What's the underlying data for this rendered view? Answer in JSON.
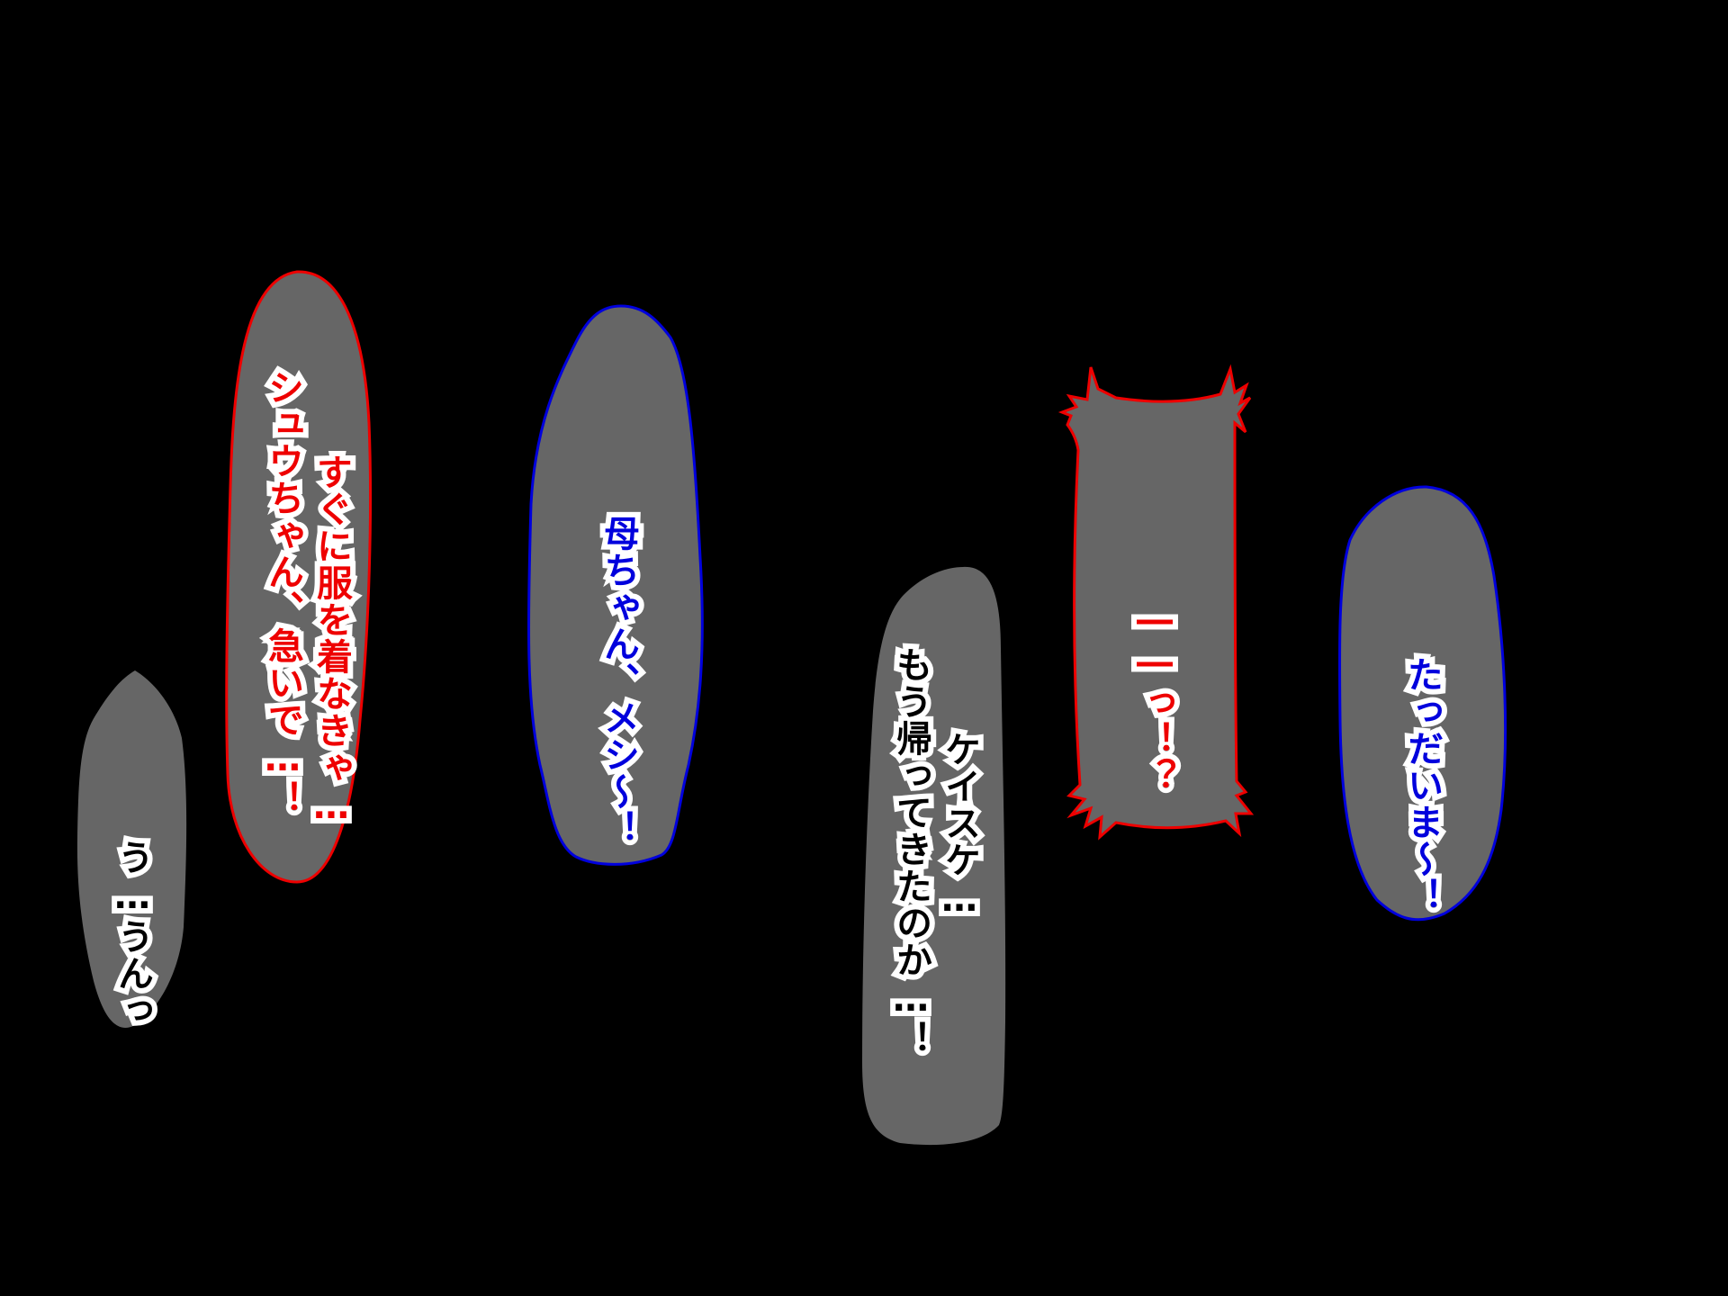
{
  "colors": {
    "background": "#000000",
    "bubble_fill": "#666666",
    "red": "#ee0000",
    "blue": "#0000dd",
    "black": "#000000",
    "text_outline": "#ffffff"
  },
  "bubbles": {
    "a": {
      "lines": [
        "う…うんっ"
      ],
      "speaker_color": "black",
      "border": "none"
    },
    "b": {
      "lines": [
        "すぐに服を着なきゃ…",
        "シュウちゃん、急いで…！"
      ],
      "speaker_color": "red",
      "border": "red"
    },
    "c": {
      "lines": [
        "母ちゃん、メシ～！"
      ],
      "speaker_color": "blue",
      "border": "blue"
    },
    "d": {
      "lines": [
        "ケイスケ…",
        "もう帰ってきたのか…！"
      ],
      "speaker_color": "black",
      "border": "none"
    },
    "e": {
      "lines": [
        "――っ！？"
      ],
      "speaker_color": "red",
      "border": "red-spiky"
    },
    "f": {
      "lines": [
        "たっだいま～！"
      ],
      "speaker_color": "blue",
      "border": "blue"
    }
  }
}
